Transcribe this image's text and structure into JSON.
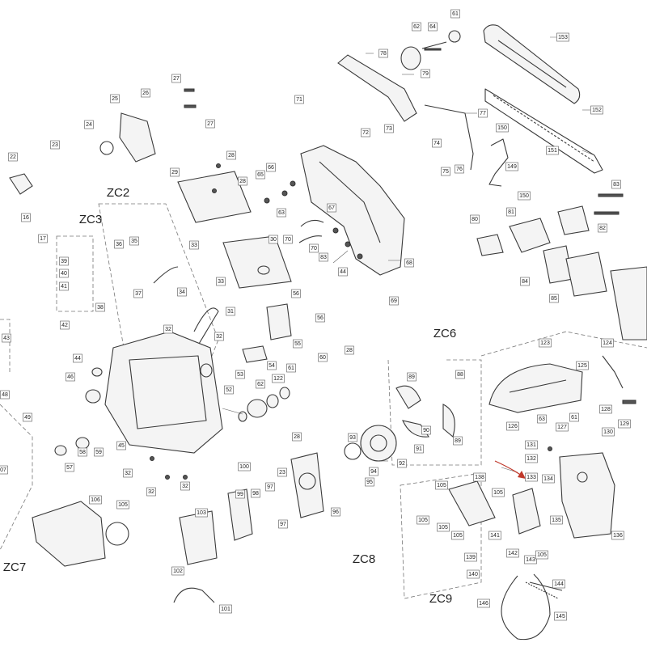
{
  "group_labels": [
    {
      "id": "ZC2",
      "text": "ZC2"
    },
    {
      "id": "ZC3",
      "text": "ZC3"
    },
    {
      "id": "ZC6",
      "text": "ZC6"
    },
    {
      "id": "ZC7",
      "text": "ZC7"
    },
    {
      "id": "ZC8",
      "text": "ZC8"
    },
    {
      "id": "ZC9",
      "text": "ZC9"
    }
  ],
  "callouts": [
    "61",
    "62",
    "64",
    "153",
    "78",
    "79",
    "71",
    "77",
    "72",
    "73",
    "74",
    "152",
    "151",
    "150",
    "149",
    "150b",
    "75",
    "76",
    "27a",
    "26",
    "25",
    "27b",
    "24",
    "23a",
    "22",
    "28a",
    "29",
    "28b",
    "65",
    "66",
    "63a",
    "67",
    "16",
    "17",
    "39",
    "40",
    "41",
    "42",
    "38",
    "36",
    "35",
    "37",
    "33a",
    "34",
    "33b",
    "30",
    "70a",
    "70b",
    "83a",
    "44a",
    "68",
    "69",
    "80",
    "81",
    "82",
    "83b",
    "84",
    "85",
    "31",
    "32a",
    "32b",
    "56a",
    "56b",
    "55",
    "54",
    "53",
    "52",
    "62b",
    "122",
    "61b",
    "60",
    "28c",
    "43",
    "46",
    "49",
    "48",
    "45",
    "44b",
    "58",
    "59",
    "57",
    "07",
    "32c",
    "32d",
    "32e",
    "100",
    "99",
    "98",
    "97a",
    "97b",
    "23b",
    "28d",
    "93",
    "94",
    "95",
    "92",
    "91",
    "90",
    "89a",
    "88",
    "89b",
    "96",
    "106",
    "105a",
    "103",
    "102",
    "101",
    "124",
    "123",
    "125",
    "126",
    "63b",
    "61c",
    "127",
    "128",
    "129",
    "130",
    "131",
    "132",
    "133",
    "138",
    "134",
    "135",
    "136",
    "105b",
    "105c",
    "105d",
    "105e",
    "105f",
    "141",
    "142",
    "143",
    "139",
    "140",
    "146",
    "144",
    "145",
    "105g"
  ],
  "callout_text": {
    "61": "61",
    "62": "62",
    "64": "64",
    "153": "153",
    "78": "78",
    "79": "79",
    "71": "71",
    "77": "77",
    "72": "72",
    "73": "73",
    "74": "74",
    "152": "152",
    "151": "151",
    "150": "150",
    "149": "149",
    "150b": "150",
    "75": "75",
    "76": "76",
    "27a": "27",
    "26": "26",
    "25": "25",
    "27b": "27",
    "24": "24",
    "23a": "23",
    "22": "22",
    "28a": "28",
    "29": "29",
    "28b": "28",
    "65": "65",
    "66": "66",
    "63a": "63",
    "67": "67",
    "16": "16",
    "17": "17",
    "39": "39",
    "40": "40",
    "41": "41",
    "42": "42",
    "38": "38",
    "36": "36",
    "35": "35",
    "37": "37",
    "33a": "33",
    "34": "34",
    "33b": "33",
    "30": "30",
    "70a": "70",
    "70b": "70",
    "83a": "83",
    "44a": "44",
    "68": "68",
    "69": "69",
    "80": "80",
    "81": "81",
    "82": "82",
    "83b": "83",
    "84": "84",
    "85": "85",
    "31": "31",
    "32a": "32",
    "32b": "32",
    "56a": "56",
    "56b": "56",
    "55": "55",
    "54": "54",
    "53": "53",
    "52": "52",
    "62b": "62",
    "122": "122",
    "61b": "61",
    "60": "60",
    "28c": "28",
    "43": "43",
    "46": "46",
    "49": "49",
    "48": "48",
    "45": "45",
    "44b": "44",
    "58": "58",
    "59": "59",
    "57": "57",
    "07": "07",
    "32c": "32",
    "32d": "32",
    "32e": "32",
    "100": "100",
    "99": "99",
    "98": "98",
    "97a": "97",
    "97b": "97",
    "23b": "23",
    "28d": "28",
    "93": "93",
    "94": "94",
    "95": "95",
    "92": "92",
    "91": "91",
    "90": "90",
    "89a": "89",
    "88": "88",
    "89b": "89",
    "96": "96",
    "106": "106",
    "105a": "105",
    "103": "103",
    "102": "102",
    "101": "101",
    "124": "124",
    "123": "123",
    "125": "125",
    "126": "126",
    "63b": "63",
    "61c": "61",
    "127": "127",
    "128": "128",
    "129": "129",
    "130": "130",
    "131": "131",
    "132": "132",
    "133": "133",
    "138": "138",
    "134": "134",
    "135": "135",
    "136": "136",
    "105b": "105",
    "105c": "105",
    "105d": "105",
    "105e": "105",
    "105f": "105",
    "141": "141",
    "142": "142",
    "143": "143",
    "139": "139",
    "140": "140",
    "146": "146",
    "144": "144",
    "145": "145",
    "105g": "105"
  },
  "colors": {
    "line": "#3a3a3a",
    "arrow": "#c0392b",
    "background": "#ffffff"
  }
}
